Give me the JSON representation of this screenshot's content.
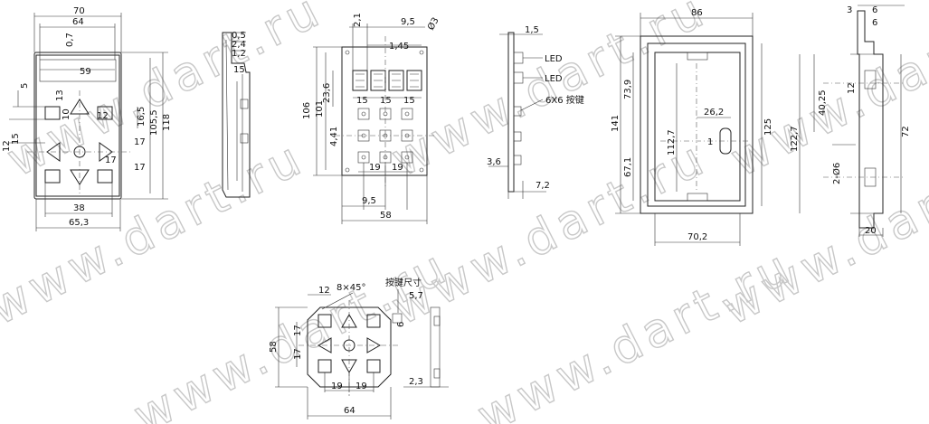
{
  "watermark": "www.dart.ru",
  "views": {
    "front": {
      "dims": {
        "w70": "70",
        "w64": "64",
        "d07": "0,7",
        "w59": "59",
        "d5": "5",
        "d13": "13",
        "d12a": "12",
        "d10": "10",
        "d165": "16,5",
        "d1055": "105,5",
        "h118": "118",
        "d12b": "12",
        "d15": "15",
        "d17a": "17",
        "d17b": "17",
        "d17c": "17",
        "w38": "38",
        "w653": "65,3"
      }
    },
    "side": {
      "dims": {
        "s05": "0,5",
        "s24": "2,4",
        "s12": "1,2",
        "s15": "15"
      }
    },
    "pcb": {
      "dims": {
        "p21": "2,1",
        "p95a": "9,5",
        "p3": "Ø3",
        "p145": "1,45",
        "p236": "23,6",
        "p106": "106",
        "p101": "101",
        "p441": "4,41",
        "p15a": "15",
        "p15b": "15",
        "p15c": "15",
        "p19a": "19",
        "p19b": "19",
        "p95b": "9,5",
        "p58": "58"
      }
    },
    "pcbside": {
      "dims": {
        "q15": "1,5",
        "q36": "3,6",
        "q72": "7,2"
      },
      "notes": {
        "led1": "LED",
        "led2": "LED",
        "btn": "6X6 按键"
      }
    },
    "box": {
      "dims": {
        "b86": "86",
        "b739": "73,9",
        "b141": "141",
        "b671": "67,1",
        "b262": "26,2",
        "b1127": "112,7",
        "b125": "125",
        "b702": "70,2",
        "b1": "1"
      }
    },
    "boxside": {
      "dims": {
        "c3": "3",
        "c6a": "6",
        "c6b": "6",
        "c1227": "122,7",
        "c4025": "40,25",
        "c12": "12",
        "c72": "72",
        "c2phi6": "2-Ø6",
        "c20": "20"
      }
    },
    "keypad": {
      "dims": {
        "k12": "12",
        "k8x45": "8×45°",
        "kbtn": "按键尺寸",
        "k57": "5,7",
        "k6": "6",
        "k58": "58",
        "k17a": "17",
        "k17b": "17",
        "k19a": "19",
        "k19b": "19",
        "k23": "2,3",
        "k64": "64"
      }
    }
  }
}
